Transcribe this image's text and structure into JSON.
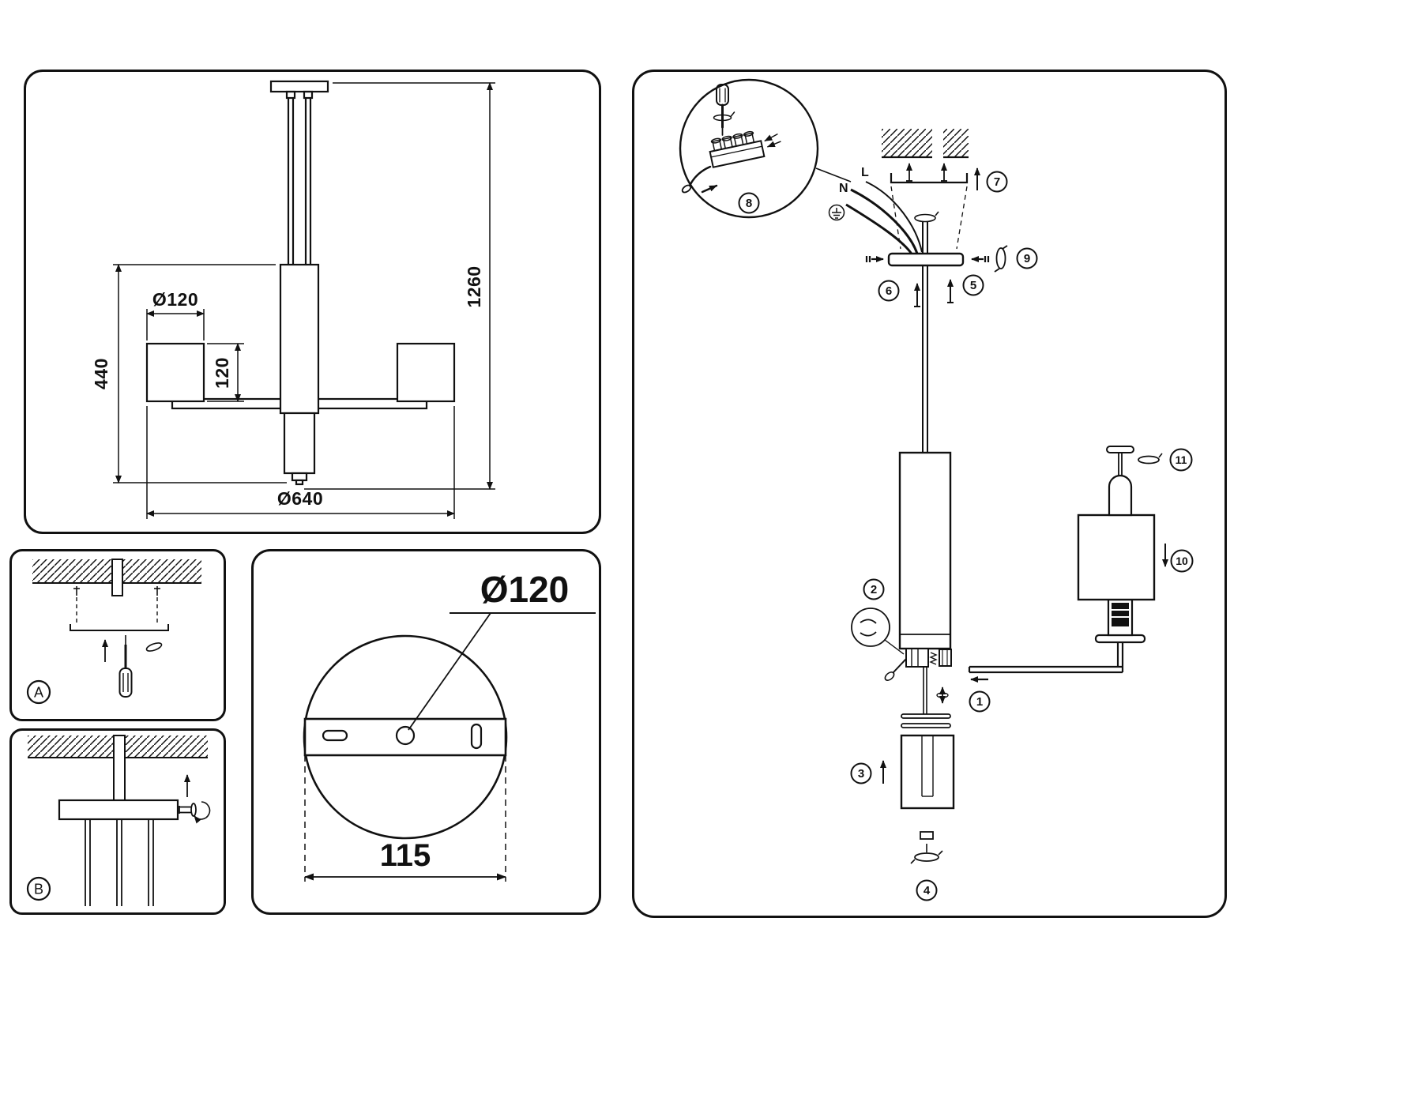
{
  "document": {
    "background": "#ffffff",
    "line_color": "#111111"
  },
  "main_view": {
    "dim_shade_diameter": "Ø120",
    "dim_body_height": "440",
    "dim_shade_height": "120",
    "dim_total_height": "1260",
    "dim_total_span": "Ø640"
  },
  "detail_panels": {
    "panel_a_label": "A",
    "panel_b_label": "B"
  },
  "plate_view": {
    "dim_plate_diameter": "Ø120",
    "dim_hole_spacing": "115"
  },
  "assembly": {
    "wire_neutral": "N",
    "wire_live": "L",
    "steps": [
      "1",
      "2",
      "3",
      "4",
      "5",
      "6",
      "7",
      "8",
      "9",
      "10",
      "11"
    ]
  }
}
